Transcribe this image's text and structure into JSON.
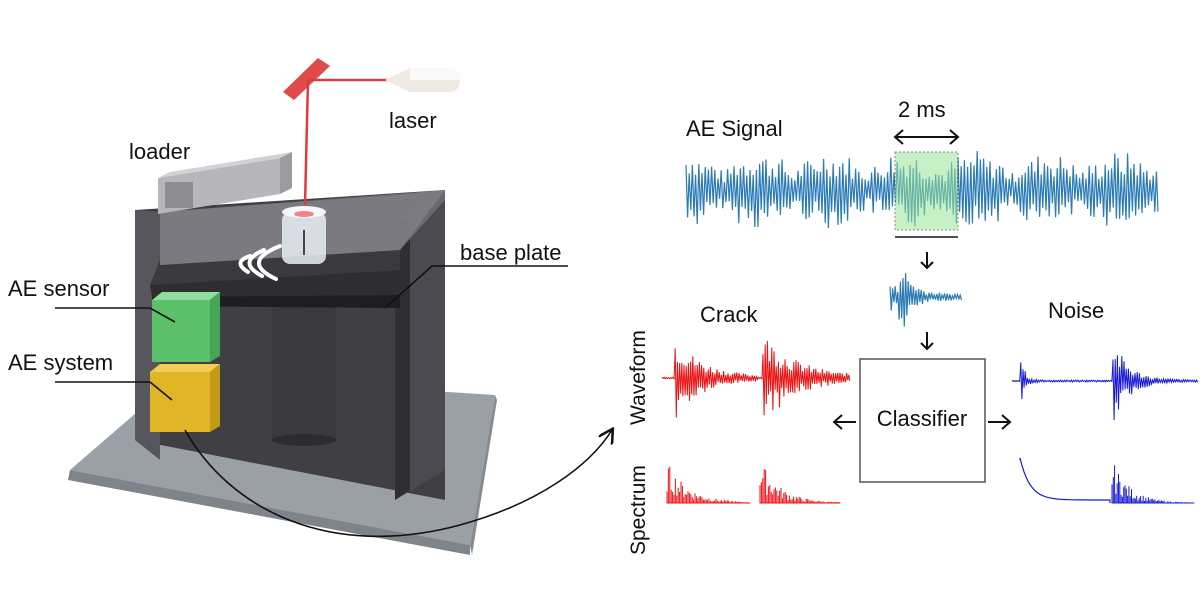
{
  "apparatus": {
    "labels": {
      "laser": "laser",
      "loader": "loader",
      "base_plate": "base plate",
      "ae_sensor": "AE sensor",
      "ae_system": "AE system"
    }
  },
  "signal_panel": {
    "title": "AE Signal",
    "window_label": "2 ms",
    "trace_color": "#2b7bb5",
    "window_color": "#9be59b"
  },
  "classes": {
    "crack": {
      "label": "Crack",
      "color": "#ee1111"
    },
    "noise": {
      "label": "Noise",
      "color": "#1a1ad6"
    }
  },
  "row_labels": {
    "waveform": "Waveform",
    "spectrum": "Spectrum"
  },
  "classifier": {
    "label": "Classifier"
  },
  "icons": [
    "down-arrow-icon",
    "left-arrow-icon",
    "right-arrow-icon",
    "curved-connector-arrow"
  ]
}
